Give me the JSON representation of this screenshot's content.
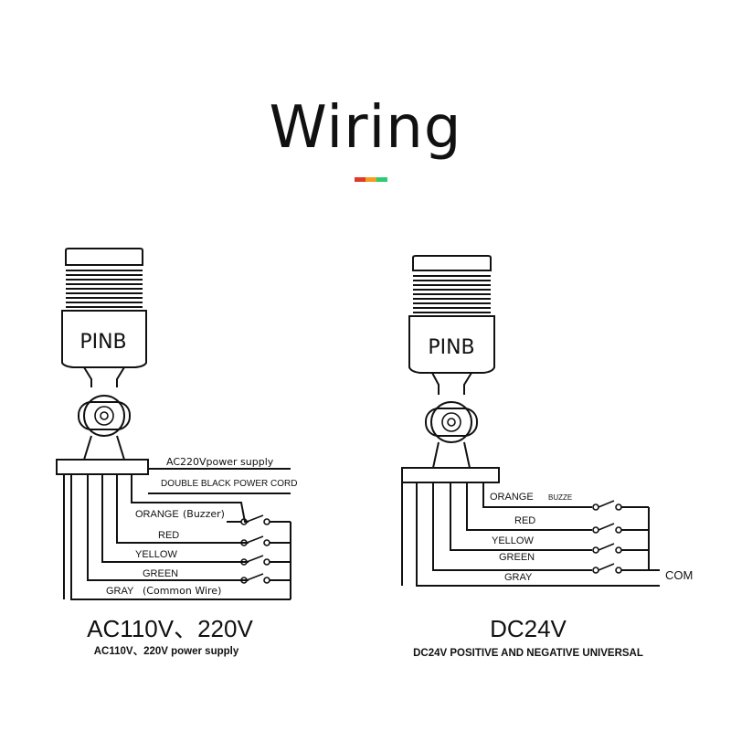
{
  "title": "Wiring",
  "accent_colors": [
    "#e03a2b",
    "#f39c1f",
    "#2ecc71"
  ],
  "left_diagram": {
    "brand": "PINB",
    "supply_label": "AC220Vpower supply",
    "cord_label": "DOUBLE BLACK POWER CORD",
    "wires": [
      "ORANGE",
      "RED",
      "YELLOW",
      "GREEN",
      "GRAY"
    ],
    "wire_notes": {
      "orange": "(Buzzer)",
      "gray": "(Common Wire)"
    },
    "voltage": "AC110V、220V",
    "caption": "AC110V、220V power supply"
  },
  "right_diagram": {
    "brand": "PINB",
    "wires": [
      "ORANGE",
      "RED",
      "YELLOW",
      "GREEN",
      "GRAY"
    ],
    "buzzer_label": "BUZZE",
    "common_label": "COM",
    "voltage": "DC24V",
    "caption": "DC24V POSITIVE AND NEGATIVE UNIVERSAL"
  }
}
